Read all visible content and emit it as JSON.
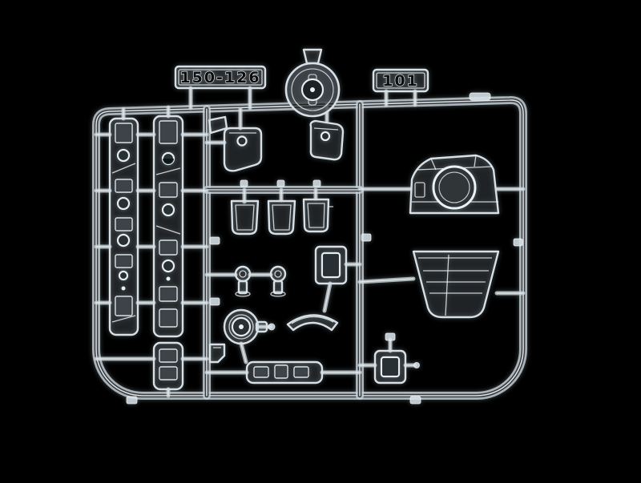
{
  "scene": {
    "kind": "product-photo",
    "subject": "clear transparent plastic model-kit sprue (parts tree) on a black background"
  },
  "labels": {
    "mold_number": "150-126",
    "sprue_number": "101"
  },
  "colors": {
    "background": "#000000",
    "plastic_bright": "#ffffff",
    "plastic_mid": "#c8d3d9",
    "plastic_shadow": "#0d1114",
    "glow": "#cfe4f0"
  }
}
